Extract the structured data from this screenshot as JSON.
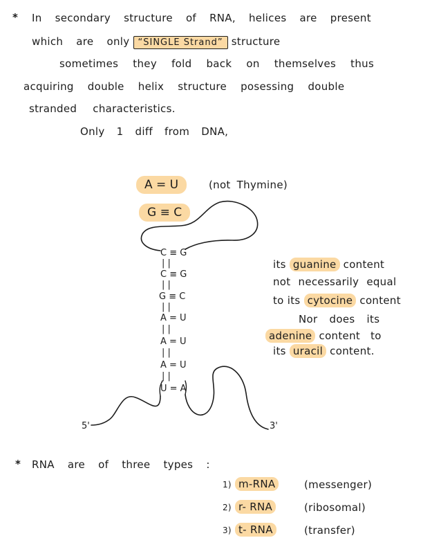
{
  "intro": {
    "star": "*",
    "line1": "In secondary structure of RNA, helices are present",
    "line2_pre": "which are only",
    "single_strand": "“SINGLE Strand”",
    "line2_post": "structure",
    "line3": "sometimes they fold back on themselves thus",
    "line4": "acquiring double helix structure posessing double",
    "line5": "stranded characteristics.",
    "line6": "Only 1 diff from DNA,"
  },
  "pairs_rules": {
    "au": "A = U",
    "au_note": "(not Thymine)",
    "gc": "G ≡ C"
  },
  "stem": {
    "pairs": [
      {
        "bond": "C ≡ G",
        "link": "|      |"
      },
      {
        "bond": "C ≡ G",
        "link": "|      |"
      },
      {
        "bond": "G ≡ C",
        "link": "|      |"
      },
      {
        "bond": "A = U",
        "link": "|      |"
      },
      {
        "bond": "A = U",
        "link": "|      |"
      },
      {
        "bond": "A = U",
        "link": "|      |"
      },
      {
        "bond": "U = A",
        "link": ""
      }
    ],
    "end5": "5'",
    "end3": "3'"
  },
  "side_note": {
    "l1_pre": "its",
    "l1_hl": "guanine",
    "l1_post": "content",
    "l2": "not necessarily equal",
    "l3_pre": "to its",
    "l3_hl": "cytocine",
    "l3_post": "content",
    "l4": "Nor does its",
    "l5_hl": "adenine",
    "l5_post": "content to",
    "l6_pre": "its",
    "l6_hl": "uracil",
    "l6_post": "content."
  },
  "types": {
    "star": "*",
    "heading": "RNA are of three types :",
    "items": [
      {
        "num": "1)",
        "name": "m-RNA",
        "desc": "(messenger)"
      },
      {
        "num": "2)",
        "name": "r- RNA",
        "desc": "(ribosomal)"
      },
      {
        "num": "3)",
        "name": "t- RNA",
        "desc": "(transfer)"
      }
    ]
  },
  "colors": {
    "highlight": "#fbd9a3",
    "ink": "#1c1c1c"
  }
}
